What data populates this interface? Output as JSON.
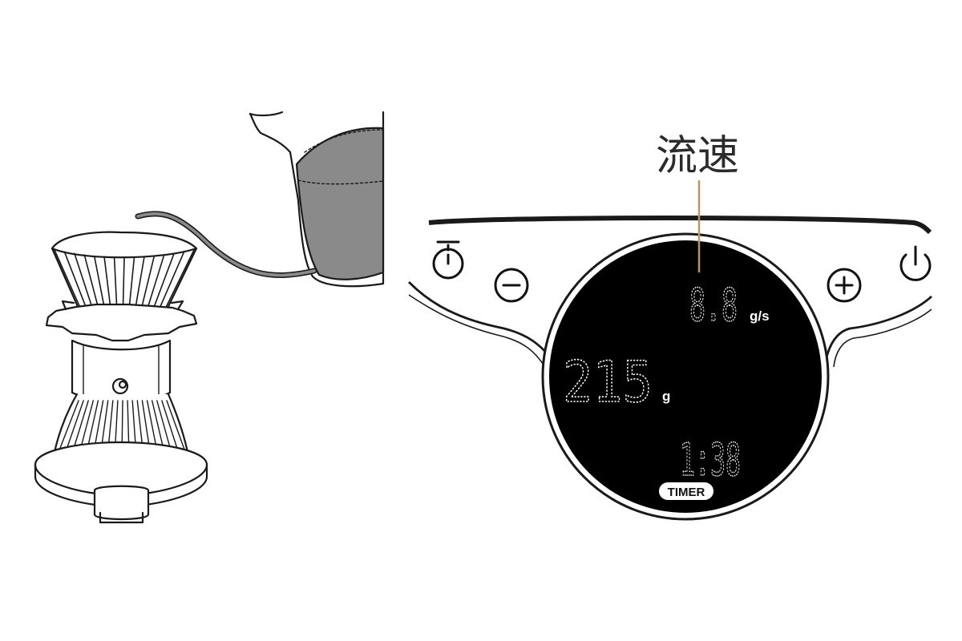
{
  "callout": {
    "label": "流速"
  },
  "display": {
    "flow_rate_value": "8.8",
    "flow_rate_unit": "g/s",
    "weight_value": "215",
    "weight_unit": "g",
    "timer_value": "1:38",
    "timer_badge": "TIMER"
  },
  "buttons": {
    "timer": "stopwatch-icon",
    "minus": "minus-icon",
    "plus": "plus-icon",
    "power": "power-icon"
  },
  "colors": {
    "display_background": "#000000",
    "display_digits": "#ffffff",
    "callout_line": "#b89a5e",
    "kettle_fill": "#8a8a8a",
    "line_art": "#1a1a1a"
  }
}
